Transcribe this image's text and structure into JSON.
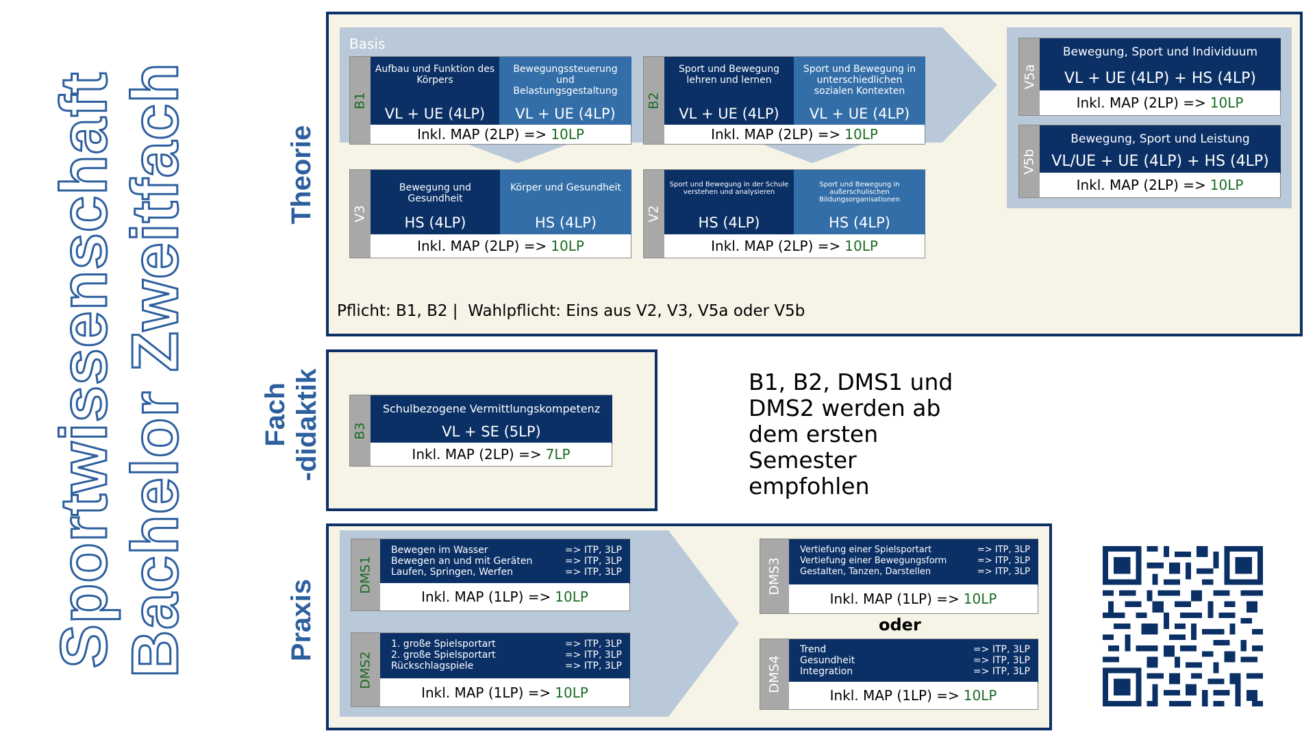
{
  "title": {
    "line1": "Sportwissenschaft",
    "line2": "Bachelor Zweitfach"
  },
  "sections": {
    "theorie": "Theorie",
    "fach1": "Fach",
    "fach2": "-didaktik",
    "praxis": "Praxis"
  },
  "colors": {
    "dark_blue": "#0b3066",
    "mid_blue": "#336ea8",
    "panel_bg": "#f6f3e7",
    "arrow_bg": "#b9c9d9",
    "lp_green": "#1a6a22",
    "tag_gray": "#a8a8a8"
  },
  "theorie": {
    "basis_label": "Basis",
    "B1": {
      "tag": "B1",
      "left_title": "Aufbau und Funktion des Körpers",
      "left_value": "VL + UE (4LP)",
      "right_title": "Bewegungssteuerung und Belastungsgestaltung",
      "right_value": "VL + UE (4LP)",
      "foot": "Inkl. MAP (2LP) =>",
      "lp": "10LP"
    },
    "B2": {
      "tag": "B2",
      "left_title": "Sport und Bewegung lehren und lernen",
      "left_value": "VL + UE (4LP)",
      "right_title": "Sport und Bewegung in unterschiedlichen sozialen Kontexten",
      "right_value": "VL + UE (4LP)",
      "foot": "Inkl. MAP (2LP) =>",
      "lp": "10LP"
    },
    "V3": {
      "tag": "V3",
      "left_title": "Bewegung und Gesundheit",
      "left_value": "HS (4LP)",
      "right_title": "Körper und Gesundheit",
      "right_value": "HS (4LP)",
      "foot": "Inkl. MAP (2LP) =>",
      "lp": "10LP"
    },
    "V2": {
      "tag": "V2",
      "left_title": "Sport und Bewegung in der Schule verstehen und analysieren",
      "left_value": "HS (4LP)",
      "right_title": "Sport und Bewegung in außerschulischen Bildungsorganisationen",
      "right_value": "HS (4LP)",
      "foot": "Inkl. MAP (2LP) =>",
      "lp": "10LP"
    },
    "V5a": {
      "tag": "V5a",
      "title": "Bewegung, Sport und Individuum",
      "value": "VL + UE (4LP) + HS (4LP)",
      "foot": "Inkl. MAP (2LP) =>",
      "lp": "10LP"
    },
    "V5b": {
      "tag": "V5b",
      "title": "Bewegung, Sport und Leistung",
      "value": "VL/UE + UE (4LP) + HS (4LP)",
      "foot": "Inkl. MAP (2LP) =>",
      "lp": "10LP"
    },
    "pflicht_note": "Pflicht: B1, B2 |  Wahlpflicht: Eins aus V2, V3, V5a oder V5b"
  },
  "fachdidaktik": {
    "B3": {
      "tag": "B3",
      "title": "Schulbezogene Vermittlungskompetenz",
      "value": "VL + SE (5LP)",
      "foot": "Inkl. MAP (2LP) =>",
      "lp": "7LP"
    }
  },
  "recommendation": [
    "B1, B2, DMS1 und",
    "DMS2 werden ab",
    "dem ersten",
    "Semester",
    "empfohlen"
  ],
  "praxis": {
    "DMS1": {
      "tag": "DMS1",
      "rows": [
        [
          "Bewegen im Wasser",
          "=> ITP, 3LP"
        ],
        [
          "Bewegen an und mit Geräten",
          "=> ITP, 3LP"
        ],
        [
          "Laufen, Springen, Werfen",
          "=> ITP, 3LP"
        ]
      ],
      "foot": "Inkl. MAP (1LP) =>",
      "lp": "10LP"
    },
    "DMS2": {
      "tag": "DMS2",
      "rows": [
        [
          "1. große Spielsportart",
          "=> ITP, 3LP"
        ],
        [
          "2. große Spielsportart",
          "=> ITP, 3LP"
        ],
        [
          "Rückschlagspiele",
          "=> ITP, 3LP"
        ]
      ],
      "foot": "Inkl. MAP (1LP) =>",
      "lp": "10LP"
    },
    "DMS3": {
      "tag": "DMS3",
      "rows": [
        [
          "Vertiefung einer Spielsportart",
          "=> ITP, 3LP"
        ],
        [
          "Vertiefung einer Bewegungsform",
          "=> ITP, 3LP"
        ],
        [
          "Gestalten, Tanzen, Darstellen",
          "=> ITP, 3LP"
        ]
      ],
      "foot": "Inkl. MAP (1LP) =>",
      "lp": "10LP"
    },
    "oder": "oder",
    "DMS4": {
      "tag": "DMS4",
      "rows": [
        [
          "Trend",
          "=> ITP, 3LP"
        ],
        [
          "Gesundheit",
          "=> ITP, 3LP"
        ],
        [
          "Integration",
          "=> ITP, 3LP"
        ]
      ],
      "foot": "Inkl. MAP (1LP) =>",
      "lp": "10LP"
    }
  }
}
